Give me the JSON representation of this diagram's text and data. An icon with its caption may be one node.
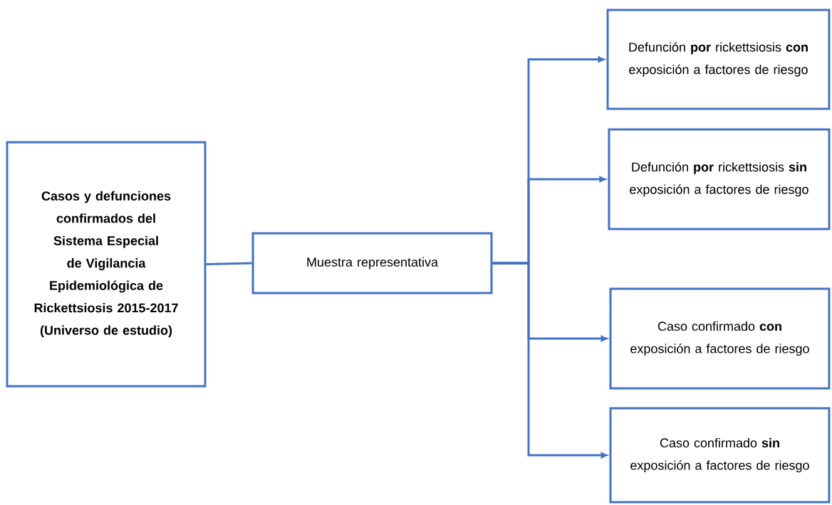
{
  "diagram": {
    "nodes": [
      {
        "text": [
          "Casos y defunciones confirmados del Sistema Especial de Vigilancia Epidemiológica de Rickettsiosis 2015-2017 (Universo de estudio)"
        ]
      },
      {
        "text": [
          "Muestra representativa"
        ]
      },
      {
        "text": [
          "Defunción **por** rickettsiosis **con** exposición a factores de riesgo"
        ]
      },
      {
        "text": [
          "Defunción **por** rickettsiosis **sin** exposición a factores de riesgo"
        ]
      },
      {
        "text": [
          "Caso confirmado **con** exposición a factores de riesgo"
        ]
      },
      {
        "text": [
          "Caso confirmado **sin** exposición a factores de riesgo"
        ]
      }
    ],
    "edges": [
      {
        "from": 0,
        "to": 1,
        "arrow": "none"
      },
      {
        "from": 1,
        "to": 2,
        "arrow": "to"
      },
      {
        "from": 1,
        "to": 3,
        "arrow": "to"
      },
      {
        "from": 1,
        "to": 4,
        "arrow": "to"
      },
      {
        "from": 1,
        "to": 5,
        "arrow": "to"
      }
    ]
  }
}
